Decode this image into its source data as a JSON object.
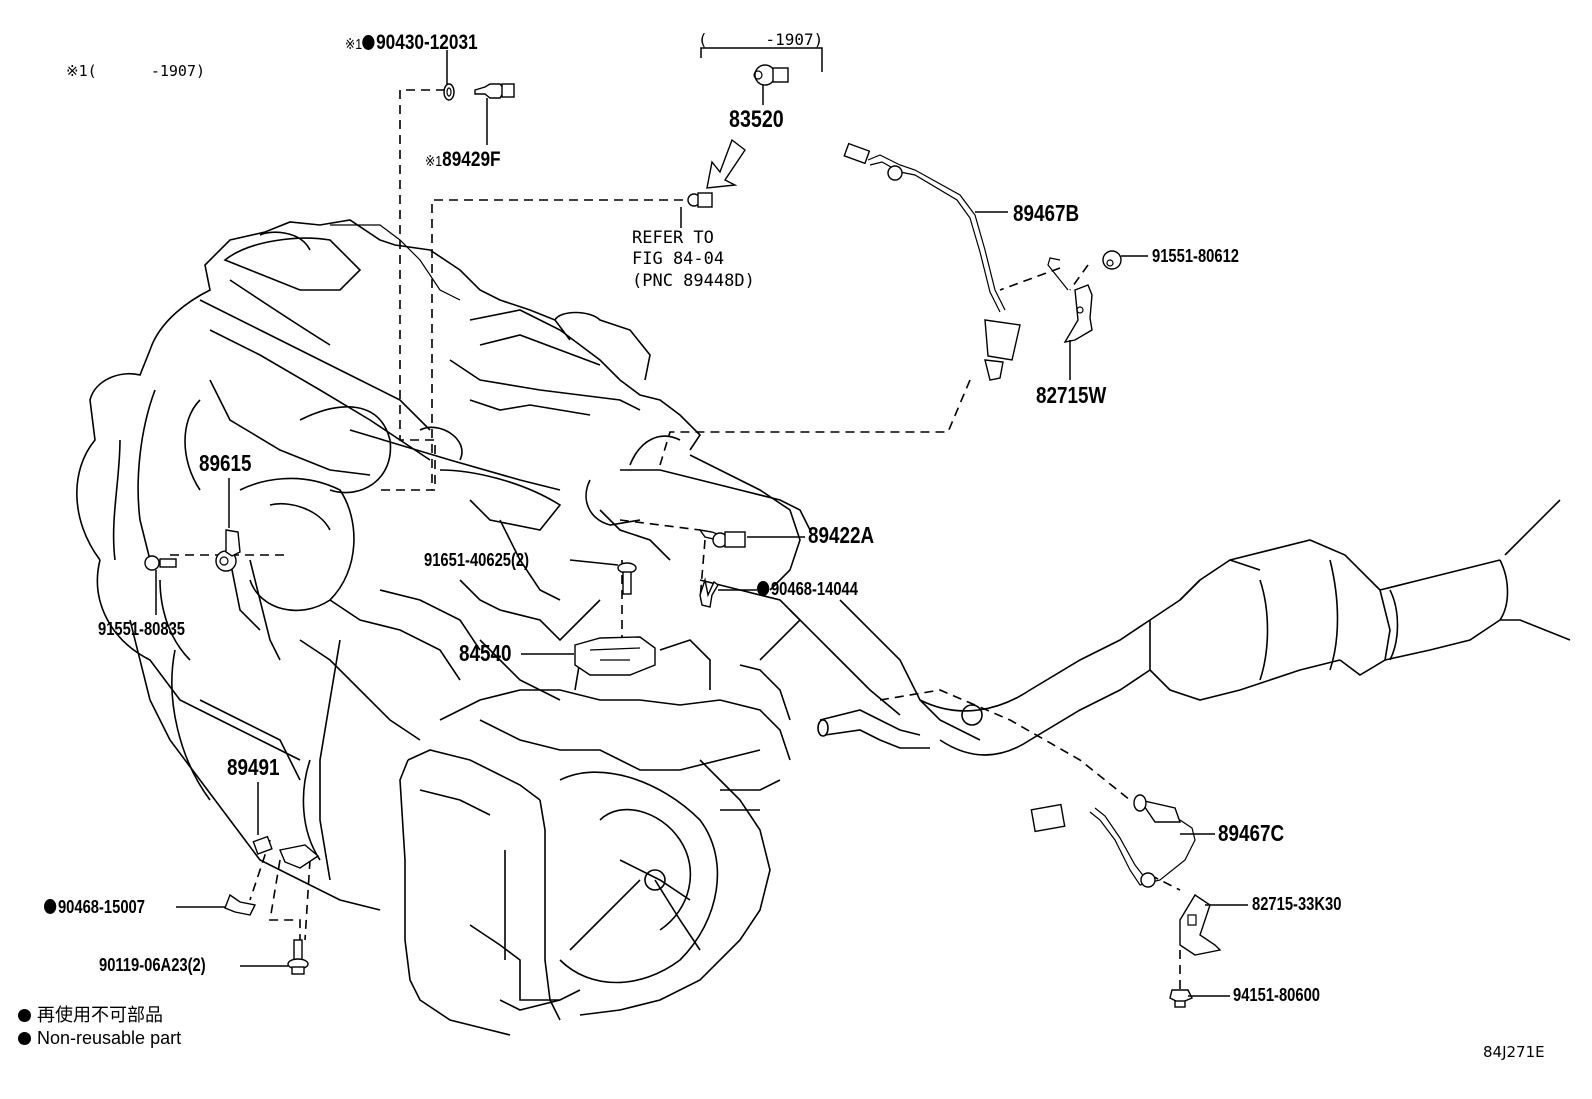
{
  "diagram": {
    "title_code": "84J271E",
    "footnote": {
      "marker": "※1",
      "range": "(      -1907)"
    },
    "legend": [
      {
        "symbol": "filled-circle",
        "text": "再使用不可部品"
      },
      {
        "symbol": "filled-circle",
        "text": "Non-reusable part"
      }
    ],
    "bracket_note": "(      -1907)",
    "reference_note": [
      "REFER TO",
      "FIG 84-04",
      "(PNC 89448D)"
    ],
    "parts": [
      {
        "id": "90430-12031",
        "prefix": "※1",
        "non_reusable": true
      },
      {
        "id": "89429F",
        "prefix": "※1",
        "non_reusable": false
      },
      {
        "id": "83520",
        "prefix": "",
        "non_reusable": false
      },
      {
        "id": "89467B",
        "prefix": "",
        "non_reusable": false
      },
      {
        "id": "91551-80612",
        "prefix": "",
        "non_reusable": false
      },
      {
        "id": "82715W",
        "prefix": "",
        "non_reusable": false
      },
      {
        "id": "89615",
        "prefix": "",
        "non_reusable": false
      },
      {
        "id": "91551-80835",
        "prefix": "",
        "non_reusable": false
      },
      {
        "id": "91651-40625(2)",
        "prefix": "",
        "non_reusable": false
      },
      {
        "id": "89422A",
        "prefix": "",
        "non_reusable": false
      },
      {
        "id": "90468-14044",
        "prefix": "",
        "non_reusable": true
      },
      {
        "id": "84540",
        "prefix": "",
        "non_reusable": false
      },
      {
        "id": "89491",
        "prefix": "",
        "non_reusable": false
      },
      {
        "id": "90468-15007",
        "prefix": "",
        "non_reusable": true
      },
      {
        "id": "90119-06A23(2)",
        "prefix": "",
        "non_reusable": false
      },
      {
        "id": "89467C",
        "prefix": "",
        "non_reusable": false
      },
      {
        "id": "82715-33K30",
        "prefix": "",
        "non_reusable": false
      },
      {
        "id": "94151-80600",
        "prefix": "",
        "non_reusable": false
      }
    ]
  }
}
